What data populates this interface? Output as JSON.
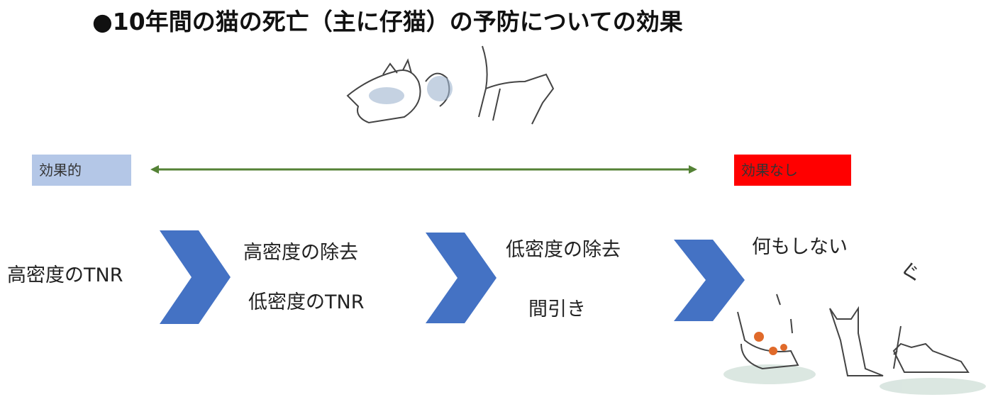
{
  "title": "●10年間の猫の死亡（主に仔猫）の予防についての効果",
  "scale": {
    "left_label": "効果的",
    "right_label": "効果なし",
    "left_color": "#b4c7e7",
    "right_color": "#ff0000",
    "arrow_color": "#548235"
  },
  "chevron_color": "#4472c4",
  "steps": [
    {
      "items": [
        "高密度のTNR"
      ]
    },
    {
      "items": [
        "高密度の除去",
        "低密度のTNR"
      ]
    },
    {
      "items": [
        "低密度の除去",
        "間引き"
      ]
    },
    {
      "items": [
        "何もしない"
      ]
    }
  ],
  "sketch_text": "ぐ"
}
